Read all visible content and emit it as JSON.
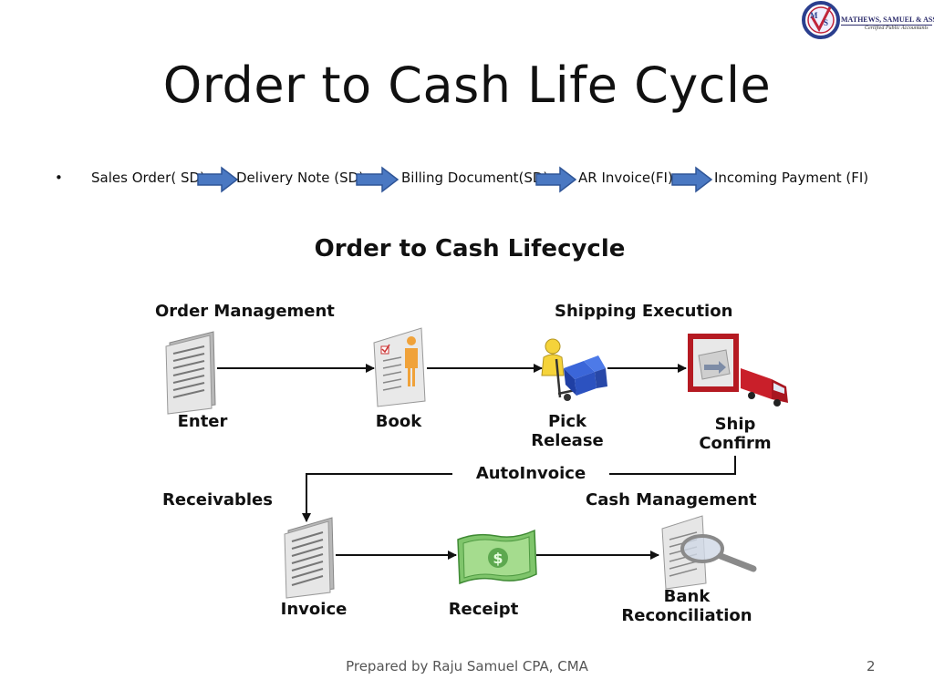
{
  "header": {
    "title": "Order to Cash Life Cycle",
    "logo": {
      "firm_name": "MATHEWS, SAMUEL & ASSOCIATES",
      "tagline": "Certified Public Accountants",
      "emblem_text": "MS"
    }
  },
  "flow": {
    "bullet": "•",
    "steps": [
      "Sales Order(  SD)",
      "Delivery Note (SD)",
      "Billing Document(SD)",
      "AR Invoice(FI)",
      "Incoming Payment (FI)"
    ],
    "arrow_color": "#4a78c2"
  },
  "diagram": {
    "title": "Order to Cash Lifecycle",
    "sections": {
      "order_management": "Order Management",
      "shipping_execution": "Shipping Execution",
      "receivables": "Receivables",
      "cash_management": "Cash Management"
    },
    "steps": {
      "enter": "Enter",
      "book": "Book",
      "pick_release_line1": "Pick",
      "pick_release_line2": "Release",
      "ship_confirm_line1": "Ship",
      "ship_confirm_line2": "Confirm",
      "autoinvoice": "AutoInvoice",
      "invoice": "Invoice",
      "receipt": "Receipt",
      "bank_rec_line1": "Bank",
      "bank_rec_line2": "Reconciliation"
    },
    "icons": [
      "document-icon",
      "person-document-icon",
      "hand-truck-icon",
      "truck-icon",
      "document-icon",
      "banknote-icon",
      "magnifier-document-icon"
    ]
  },
  "footer": {
    "prepared_by": "Prepared by Raju Samuel CPA, CMA",
    "page_number": "2"
  }
}
